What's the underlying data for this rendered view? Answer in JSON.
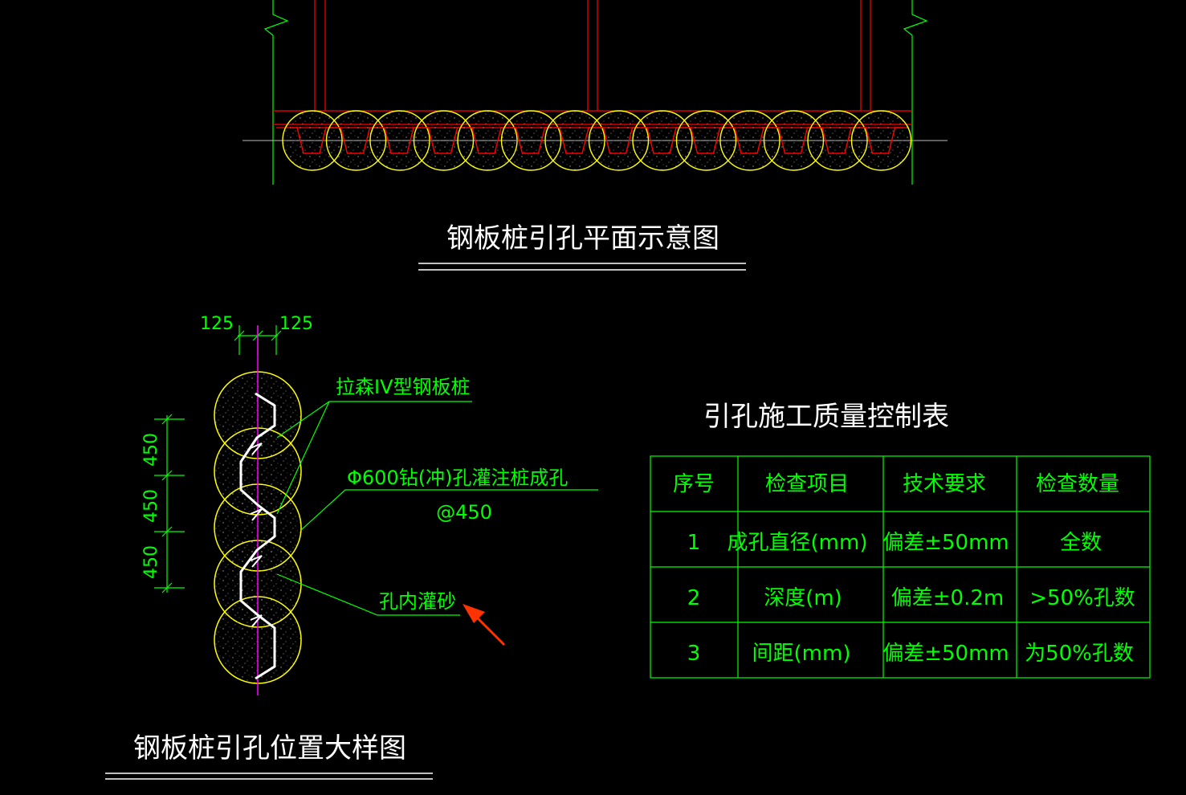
{
  "plan_view": {
    "title": "钢板桩引孔平面示意图"
  },
  "detail_view": {
    "title": "钢板桩引孔位置大样图",
    "dim_left": "125",
    "dim_right": "125",
    "dim_vertical": [
      "450",
      "450",
      "450"
    ],
    "label_pile": "拉森IV型钢板桩",
    "label_hole": "Φ600钻(冲)孔灌注桩成孔",
    "label_spacing": "@450",
    "label_sand": "孔内灌砂"
  },
  "table": {
    "title": "引孔施工质量控制表",
    "headers": [
      "序号",
      "检查项目",
      "技术要求",
      "检查数量"
    ],
    "rows": [
      [
        "1",
        "成孔直径(mm)",
        "偏差±50mm",
        "全数"
      ],
      [
        "2",
        "深度(m)",
        "偏差±0.2m",
        ">50%孔数"
      ],
      [
        "3",
        "间距(mm)",
        "偏差±50mm",
        "为50%孔数"
      ]
    ]
  },
  "colors": {
    "background": "#000000",
    "text": "#ffffff",
    "annotation": "#00ff00",
    "steel": "#ff0000",
    "hole_circle": "#ffff00",
    "axis": "#ff00ff",
    "arrow": "#ff3300"
  }
}
